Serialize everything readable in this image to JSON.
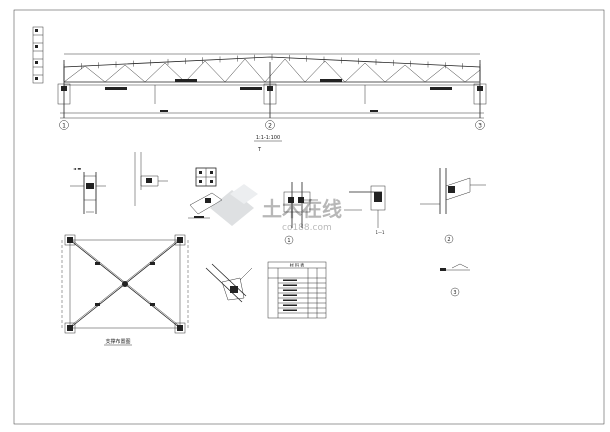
{
  "drawing": {
    "truss_title": "1:1-1:100",
    "bracing_title": "支撑布置图",
    "section_label": "1—1",
    "mark_t": "T"
  },
  "axes": {
    "left": "1",
    "middle": "2",
    "right": "3"
  },
  "schedule": {
    "title": "材 料 表",
    "rows": 8
  },
  "detail_marks": [
    "1",
    "2",
    "3"
  ],
  "watermark": {
    "cn": "土木在线",
    "url": "co188.com"
  }
}
